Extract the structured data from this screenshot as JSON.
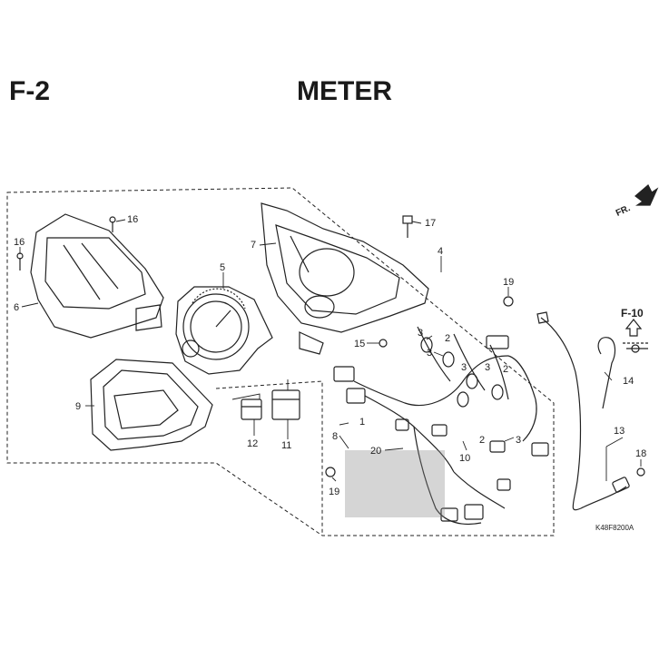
{
  "header": {
    "code": "F-2",
    "title": "METER"
  },
  "direction_marker": "FR.",
  "reference": "F-10",
  "diagram_code": "K48F8200A",
  "callouts": {
    "c1": "1",
    "c2a": "2",
    "c2b": "2",
    "c2c": "2",
    "c3a": "3",
    "c3b": "3",
    "c3c": "3",
    "c3d": "3",
    "c3e": "3",
    "c4": "4",
    "c5": "5",
    "c6": "6",
    "c7": "7",
    "c8": "8",
    "c9": "9",
    "c10": "10",
    "c11": "11",
    "c12": "12",
    "c13": "13",
    "c14": "14",
    "c15": "15",
    "c16a": "16",
    "c16b": "16",
    "c17": "17",
    "c18": "18",
    "c19a": "19",
    "c19b": "19",
    "c20": "20"
  }
}
